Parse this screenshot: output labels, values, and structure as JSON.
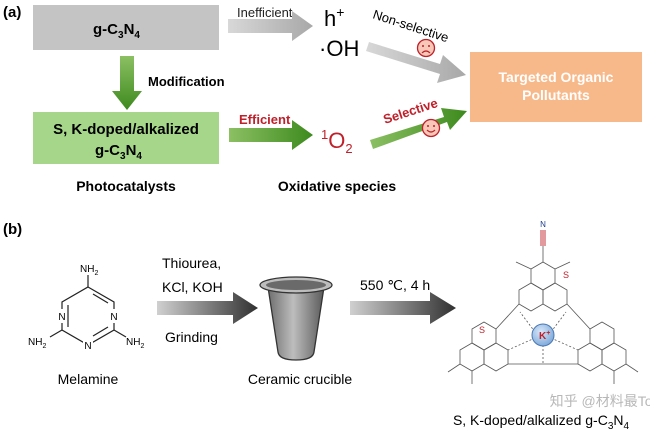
{
  "panel_a": {
    "label": "(a)",
    "box_gcn": {
      "main": "g-C",
      "sub1": "3",
      "mid": "N",
      "sub2": "4"
    },
    "arrow_inefficient": "Inefficient",
    "species_h": "h",
    "species_h_sup": "+",
    "species_oh": "·OH",
    "arrow_nonselective": "Non-selective",
    "arrow_modification": "Modification",
    "box_doped": {
      "line1": "S, K-doped/alkalized",
      "line2_main": "g-C",
      "line2_sub1": "3",
      "line2_mid": "N",
      "line2_sub2": "4"
    },
    "arrow_efficient": "Efficient",
    "species_o2_sup": "1",
    "species_o2": "O",
    "species_o2_sub": "2",
    "arrow_selective": "Selective",
    "box_target": {
      "line1": "Targeted Organic",
      "line2": "Pollutants"
    },
    "caption_left": "Photocatalysts",
    "caption_right": "Oxidative species",
    "colors": {
      "gray_box": "#c4c4c4",
      "green_box": "#a6d68a",
      "orange_box": "#f8b98a",
      "green_arrow": "#5b9a2c",
      "red_text": "#c0202a"
    }
  },
  "panel_b": {
    "label": "(b)",
    "melamine_nh2": "NH",
    "melamine_nh2_sub": "2",
    "melamine_n": "N",
    "melamine_name": "Melamine",
    "reagents": [
      "Thiourea,",
      "KCl, KOH"
    ],
    "grinding": "Grinding",
    "crucible_name": "Ceramic crucible",
    "condition": "550 ℃, 4 h",
    "k_ion": "K",
    "k_ion_sup": "+",
    "s_label": "S",
    "n_label": "N",
    "product_name": {
      "main": "S, K-doped/alkalized g-C",
      "sub1": "3",
      "mid": "N",
      "sub2": "4"
    }
  },
  "watermark": "知乎 @材料最Top"
}
